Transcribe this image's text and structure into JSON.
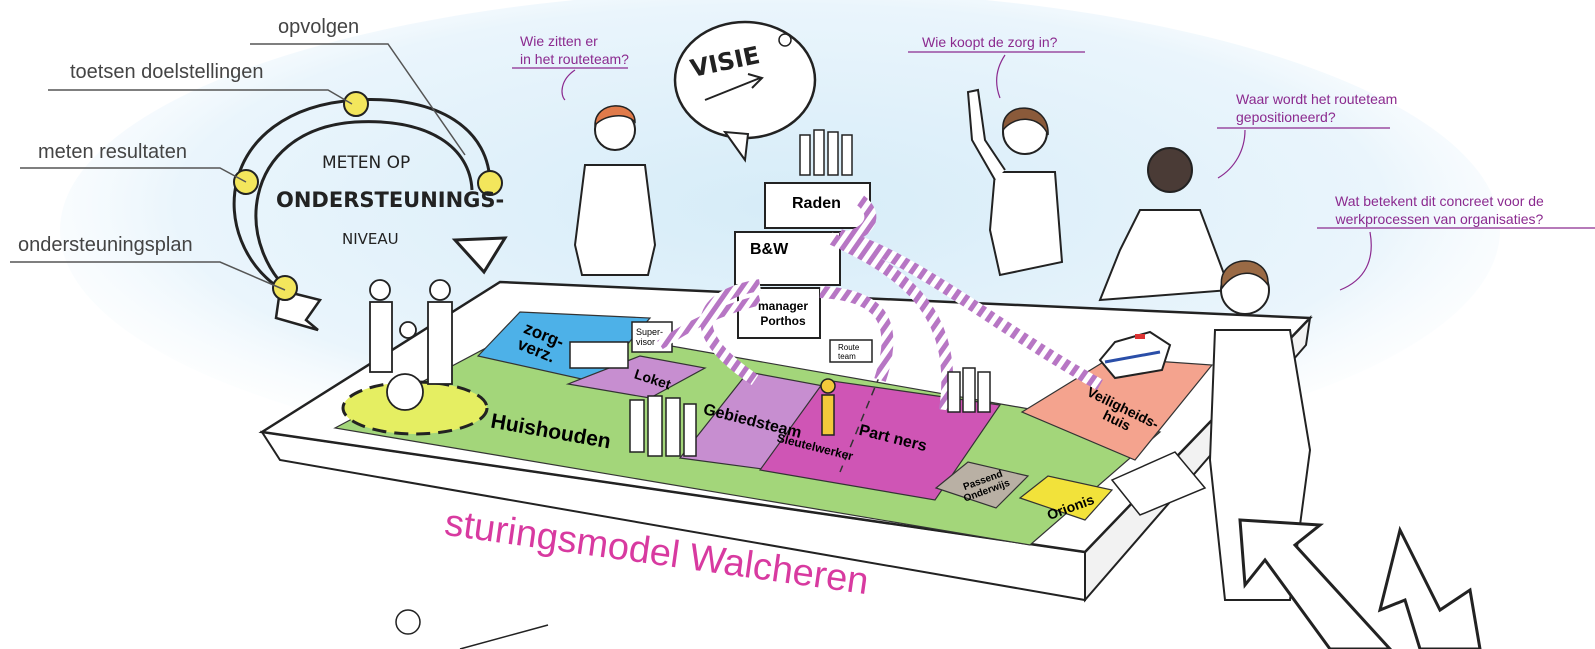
{
  "cycle": {
    "steps": [
      "opvolgen",
      "toetsen doelstellingen",
      "meten resultaten",
      "ondersteuningsplan"
    ],
    "title_lines": [
      "METEN OP",
      "ONDERSTEUNINGS-",
      "NIVEAU"
    ]
  },
  "bubble": {
    "text": "VISIE"
  },
  "questions": [
    "Wie zitten er\nin het routeteam?",
    "Wie koopt de zorg in?",
    "Waar wordt het routeteam\ngepositioneerd?",
    "Wat betekent dit concreet voor de\nwerkprocessen van organisaties?"
  ],
  "tower": {
    "raden": "Raden",
    "bw": "B&W",
    "manager": "manager\nPorthos"
  },
  "board": {
    "zorgverz": "zorg-\nverz.",
    "supervisor": "Super-\nvisor",
    "loket": "Loket",
    "routeteam": "Route\nteam",
    "huishouden": "Huishouden",
    "gebiedsteam": "Gebiedsteam",
    "sleutelwerker": "Sleutelwerker",
    "partners": "Part ners",
    "veiligheidshuis": "Veiligheids-\nhuis",
    "passend": "Passend\nOnderwijs",
    "orionis": "Orionis"
  },
  "model_title": "sturingsmodel Walcheren",
  "colors": {
    "cycle_marker": "#f3e65c",
    "zone_green": "#a3d67a",
    "zone_blue": "#4db1e8",
    "zone_purple": "#c78ed0",
    "zone_magenta": "#cf55b5",
    "zone_salmon": "#f4a38e",
    "zone_grey": "#b9b0a4",
    "zone_yellow": "#f2e23a",
    "title_magenta": "#d83aa0",
    "question_purple": "#8b2a8f"
  }
}
